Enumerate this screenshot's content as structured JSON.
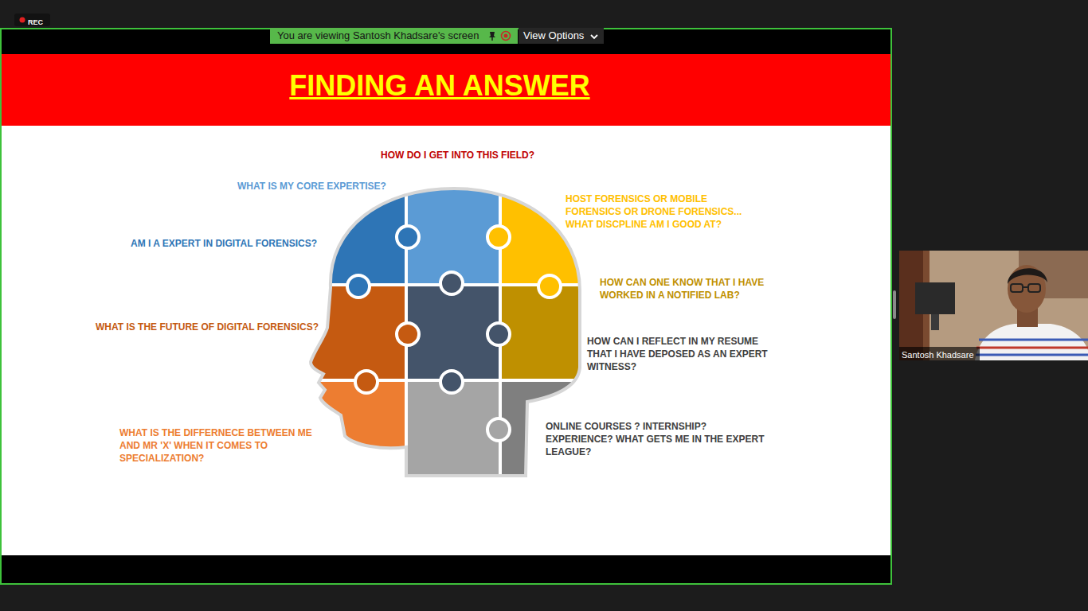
{
  "diagram": {
    "title": "FINDING AN ANSWER",
    "nodes": [
      {
        "text": [
          "REC"
        ]
      },
      {
        "text": [
          "You are viewing Santosh Khadsare's screen"
        ]
      },
      {
        "text": [
          "View Options"
        ]
      },
      {
        "text": [
          "Santosh Khadsare"
        ]
      }
    ],
    "labels": [
      "HOW DO I GET INTO THIS FIELD?",
      "WHAT IS MY CORE EXPERTISE?",
      "AM I A EXPERT IN DIGITAL FORENSICS?",
      "WHAT IS THE FUTURE OF DIGITAL FORENSICS?",
      "WHAT IS THE DIFFERNECE BETWEEN ME AND MR 'X'  WHEN IT COMES TO SPECIALIZATION?",
      "HOST FORENSICS OR MOBILE FORENSICS OR DRONE FORENSICS... WHAT DISCPLINE AM I GOOD AT?",
      "HOW CAN ONE KNOW THAT I HAVE WORKED IN A NOTIFIED LAB?",
      "HOW CAN I REFLECT IN MY RESUME THAT I HAVE DEPOSED AS AN EXPERT WITNESS?",
      "ONLINE COURSES ? INTERNSHIP? EXPERIENCE? WHAT GETS ME IN THE EXPERT LEAGUE?"
    ]
  }
}
